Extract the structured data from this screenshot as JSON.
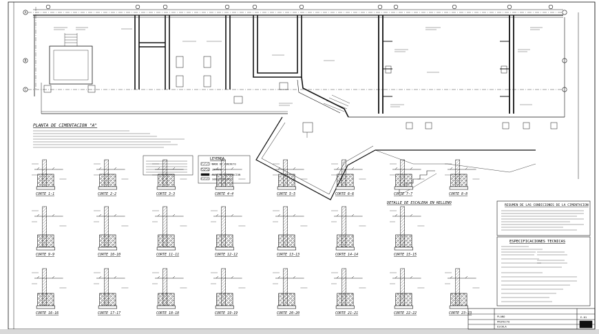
{
  "drawing": {
    "plan_title": "PLANTA DE CIMENTACION \"A\"",
    "stair_detail_title": "DETALLE DE ESCALERA EN RELLENO",
    "summary_title": "RESUMEN DE LAS CONDICIONES DE LA CIMENTACION",
    "specs_title": "ESPECIFICACIONES TECNICAS",
    "legend_title": "LEYENDA",
    "legend_items": [
      "BASE DE CONCRETO",
      "ZAPATA",
      "MURO DE CIMENTACION",
      "SOBRECIMIENTO"
    ],
    "row_axes": [
      "A",
      "B",
      "C"
    ],
    "sections_row1": [
      "CORTE 1-1",
      "CORTE 2-2",
      "CORTE 3-3",
      "CORTE 4-4",
      "CORTE 5-5",
      "CORTE 6-6",
      "CORTE 7-7",
      "CORTE 8-8"
    ],
    "sections_row2": [
      "CORTE 9-9",
      "CORTE 10-10",
      "CORTE 11-11",
      "CORTE 12-12",
      "CORTE 13-13",
      "CORTE 14-14",
      "CORTE 15-15"
    ],
    "sections_row3": [
      "CORTE 16-16",
      "CORTE 17-17",
      "CORTE 18-18",
      "CORTE 19-19",
      "CORTE 20-20",
      "CORTE 21-21",
      "CORTE 22-22",
      "CORTE 23-23"
    ],
    "title_block": {
      "row1": "PLANO",
      "row2": "PROYECTO",
      "row3": "ESCALA"
    },
    "sheet_number": "E-01",
    "colors": {
      "ink": "#111111",
      "paper": "#ffffff",
      "grey": "#8a8a8a"
    }
  }
}
